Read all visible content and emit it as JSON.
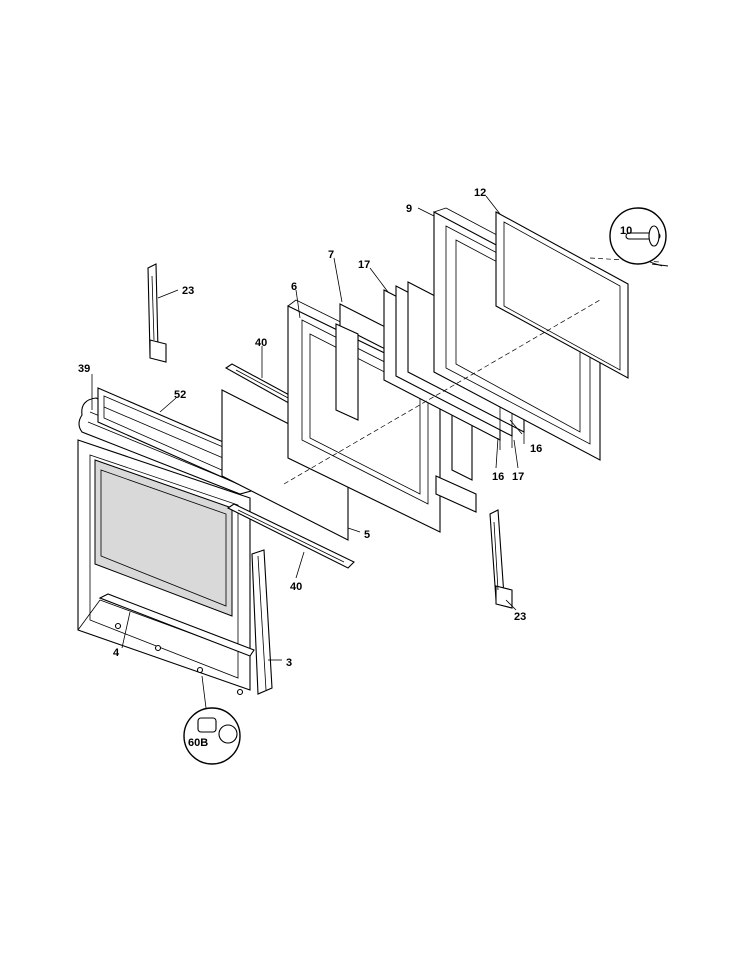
{
  "labels": {
    "p39": "39",
    "p52": "52",
    "p23a": "23",
    "p40a": "40",
    "p6": "6",
    "p7": "7",
    "p17a": "17",
    "p9": "9",
    "p12": "12",
    "p10": "10",
    "p16a": "16",
    "p16b": "16",
    "p17b": "17",
    "p5": "5",
    "p40b": "40",
    "p23b": "23",
    "p4": "4",
    "p3": "3",
    "p60b": "60B"
  },
  "colors": {
    "line": "#000000",
    "background": "#ffffff",
    "window_fill": "#d9d9d9"
  }
}
